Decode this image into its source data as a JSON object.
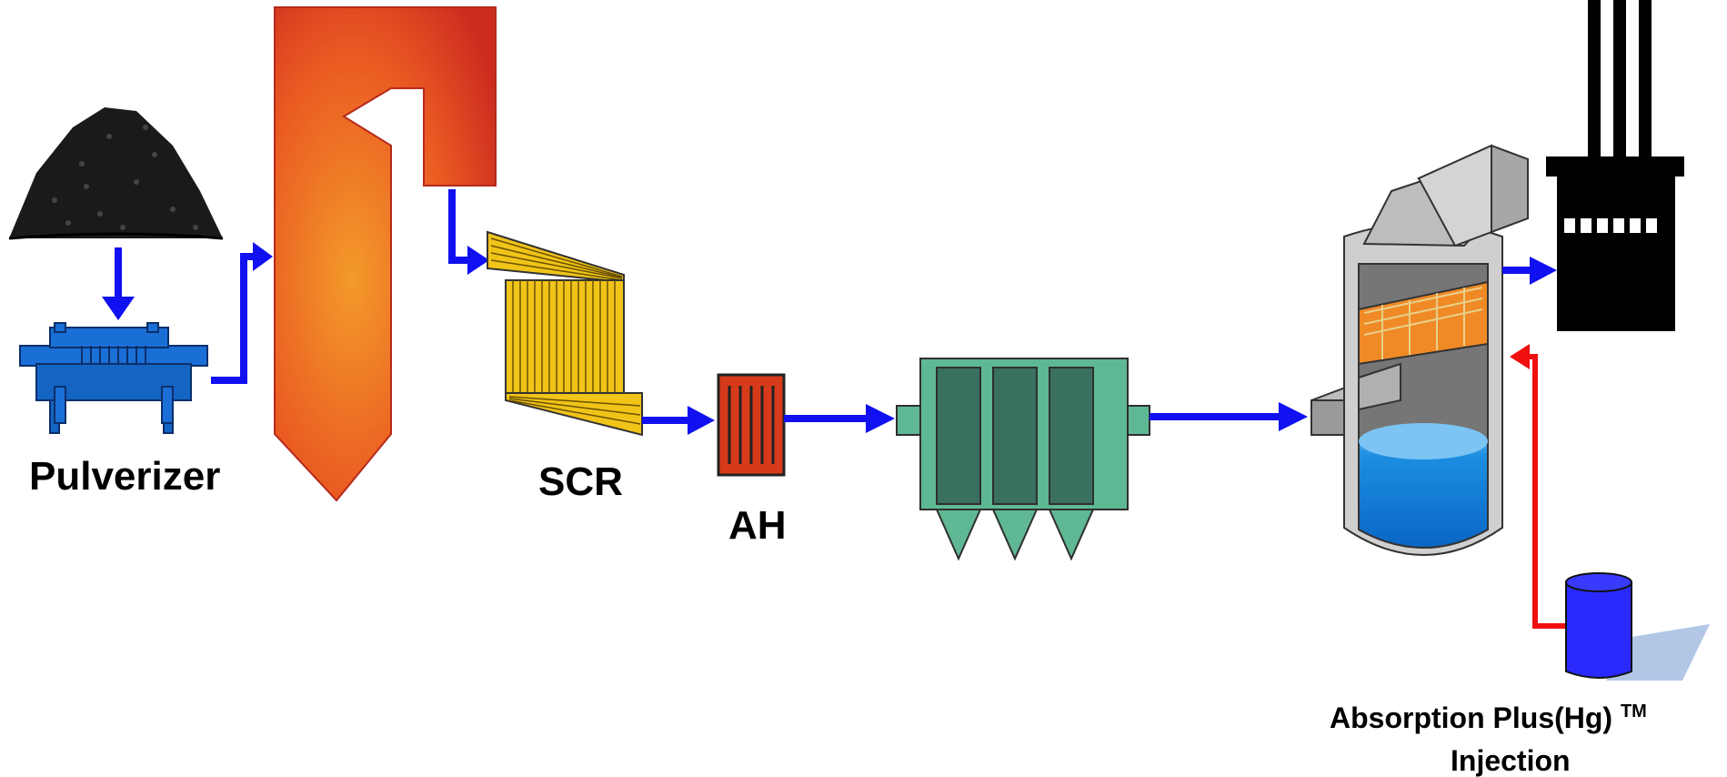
{
  "labels": {
    "pulverizer": "Pulverizer",
    "scr": "SCR",
    "ah": "AH",
    "injection_line1": "Absorption Plus(Hg)",
    "injection_tm": "TM",
    "injection_line2": "Injection"
  },
  "colors": {
    "flow_arrow": "#1010f0",
    "injection_arrow": "#f01010",
    "boiler": "#e8501e",
    "scr": "#f0c418",
    "air_heater": "#d63a1a",
    "precipitator": "#5fb894",
    "scrubber": "#c8c8c8",
    "stack": "#000000",
    "pulverizer": "#1a6fd6",
    "sorbent_tank": "#2a2aff"
  }
}
